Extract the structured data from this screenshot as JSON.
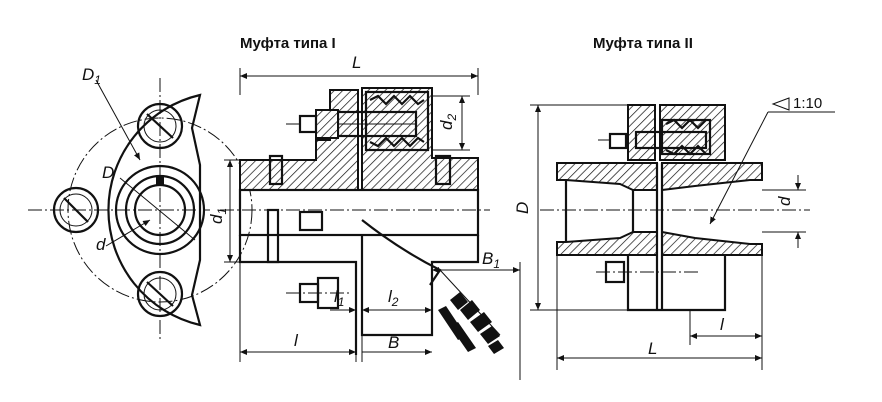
{
  "titles": {
    "type1": "Муфта типа I",
    "type2": "Муфта типа II"
  },
  "labels": {
    "D1": "D",
    "D1_sub": "1",
    "D": "D",
    "d": "d",
    "d1": "d",
    "d1_sub": "1",
    "d2": "d",
    "d2_sub": "2",
    "L": "L",
    "l": "l",
    "l1": "l",
    "l1_sub": "1",
    "l2": "l",
    "l2_sub": "2",
    "B": "B",
    "B1": "B",
    "B1_sub": "1",
    "taper": "1:10",
    "II_D": "D",
    "II_d": "d",
    "II_L": "L",
    "II_l": "l"
  }
}
